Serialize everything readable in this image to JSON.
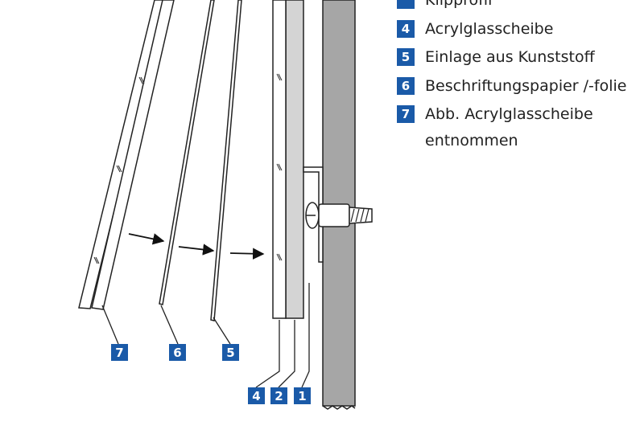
{
  "legend": [
    {
      "num": "",
      "text": "Klipprofil"
    },
    {
      "num": "4",
      "text": "Acrylglasscheibe"
    },
    {
      "num": "5",
      "text": "Einlage aus Kunststoff"
    },
    {
      "num": "6",
      "text": "Beschriftungspapier /-folie"
    },
    {
      "num": "7",
      "text": "Abb. Acrylglasscheibe",
      "text2": "entnommen"
    }
  ],
  "callouts": [
    "7",
    "6",
    "5",
    "4",
    "2",
    "1"
  ],
  "colors": {
    "badge": "#1a5aa8",
    "wall": "#a6a6a6",
    "profile": "#d4d4d4",
    "stroke": "#222222"
  }
}
